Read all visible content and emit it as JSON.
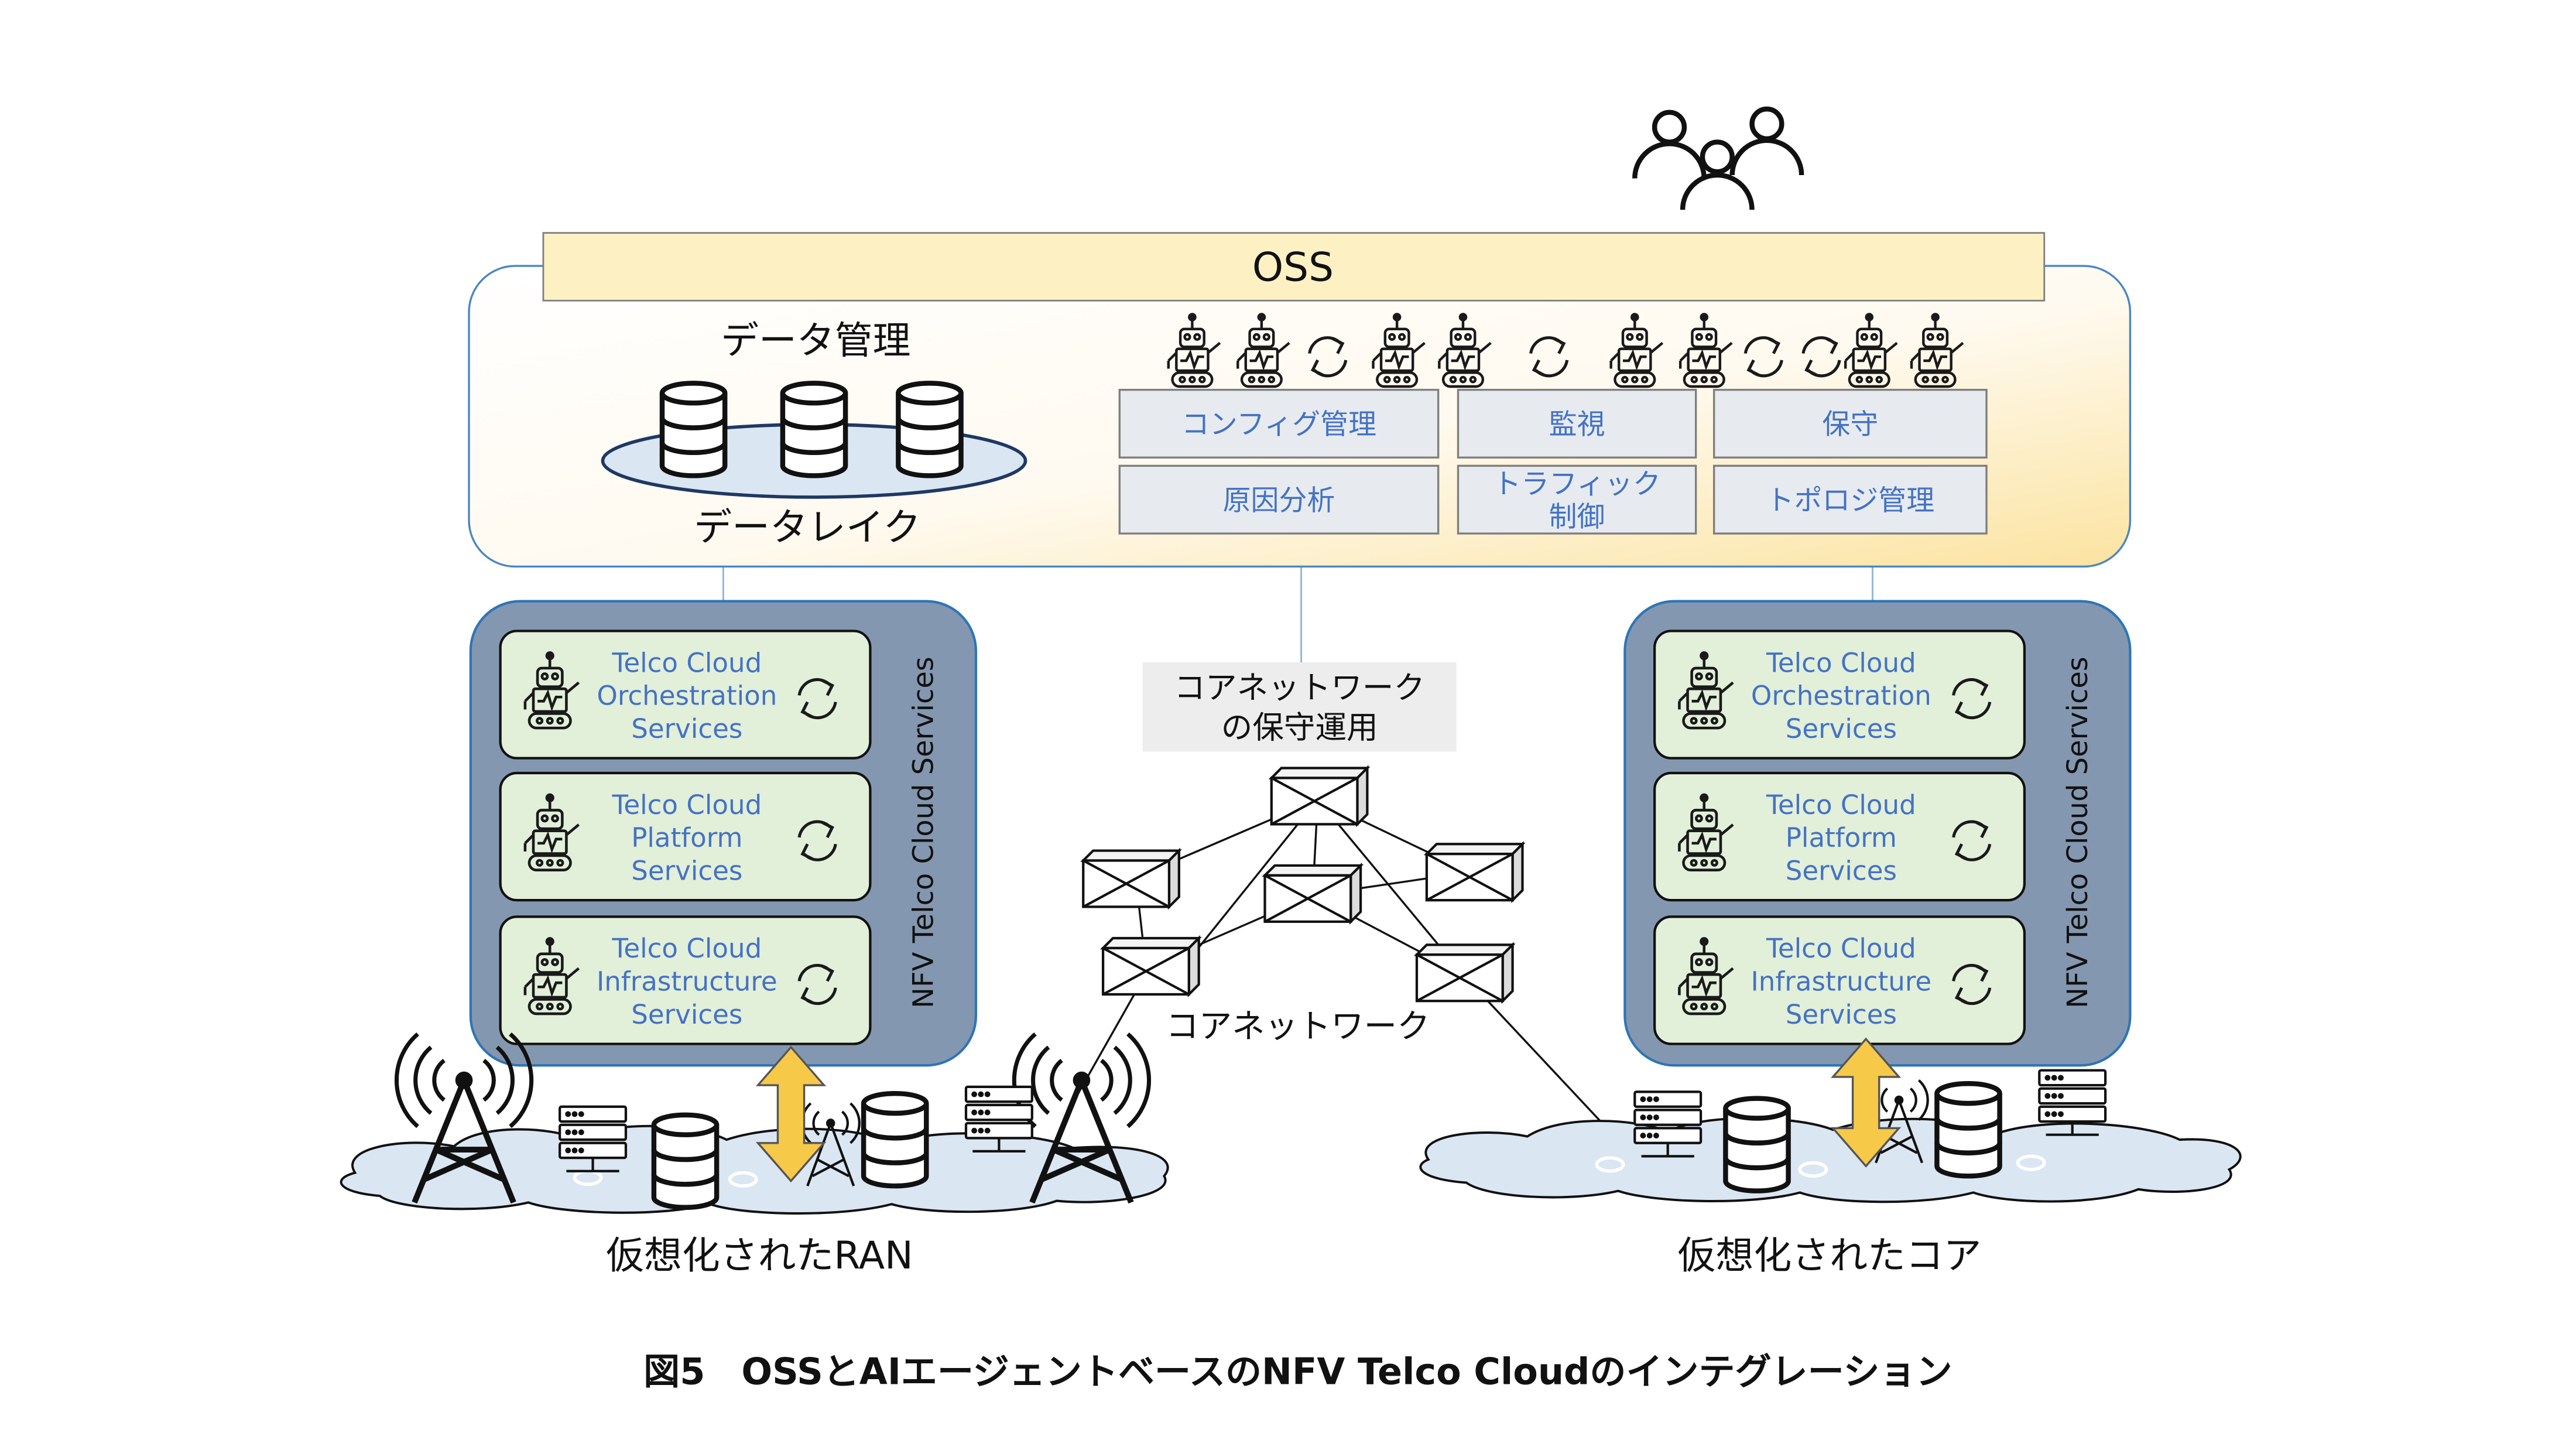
{
  "oss": {
    "title": "OSS",
    "data_management_title": "データ管理",
    "data_lake_label": "データレイク",
    "functions": [
      {
        "id": "config",
        "label": "コンフィグ管理"
      },
      {
        "id": "monitor",
        "label": "監視"
      },
      {
        "id": "maint",
        "label": "保守"
      },
      {
        "id": "rca",
        "label": "原因分析"
      },
      {
        "id": "traffic",
        "label": "トラフィック\n制御"
      },
      {
        "id": "topology",
        "label": "トポロジ管理"
      }
    ]
  },
  "nfv_left": {
    "side_label": "NFV Telco Cloud Services",
    "services": [
      "Telco Cloud\nOrchestration\nServices",
      "Telco Cloud\nPlatform\nServices",
      "Telco Cloud\nInfrastructure\nServices"
    ],
    "cloud_label": "仮想化されたRAN"
  },
  "nfv_right": {
    "side_label": "NFV Telco Cloud Services",
    "services": [
      "Telco Cloud\nOrchestration\nServices",
      "Telco Cloud\nPlatform\nServices",
      "Telco Cloud\nInfrastructure\nServices"
    ],
    "cloud_label": "仮想化されたコア"
  },
  "core": {
    "ops_label": "コアネットワーク\nの保守運用",
    "network_label": "コアネットワーク"
  },
  "caption": "図5　OSSとAIエージェントベースのNFV Telco Cloudのインテグレーション",
  "colors": {
    "oss_bar": "#fdf1c4",
    "oss_gradient_end": "#fbe3a0",
    "nfv_panel": "#8497b0",
    "service_box": "#e2efd9",
    "function_box": "#e7ebf0",
    "blue_text": "#4472c4",
    "arrow": "#f7c948",
    "cloud": "#dbe6f3",
    "ops_box": "#ededed"
  },
  "icons": [
    "users-icon",
    "robot-icon",
    "sync-icon",
    "database-icon",
    "server-rack-icon",
    "cell-tower-icon",
    "router-icon",
    "cloud-icon"
  ]
}
